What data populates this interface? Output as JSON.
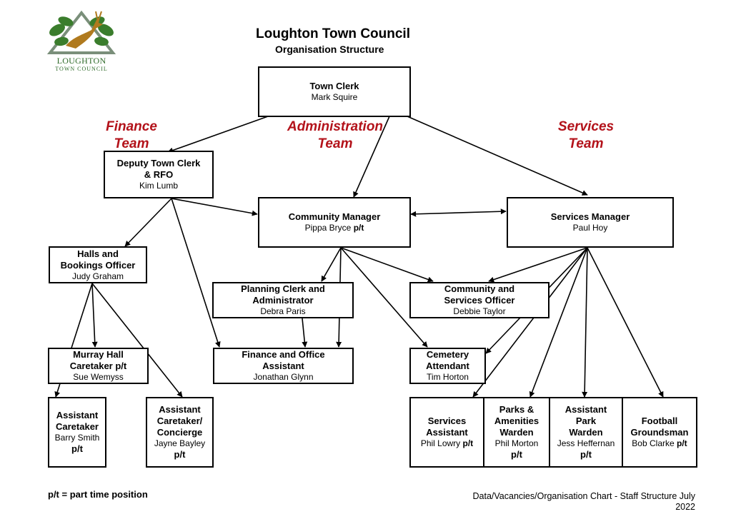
{
  "header": {
    "title": "Loughton Town Council",
    "subtitle": "Organisation Structure"
  },
  "logo": {
    "line1": "LOUGHTON",
    "line2": "TOWN COUNCIL",
    "colors": {
      "leaf": "#3a7d2c",
      "deer": "#b07a1e",
      "triangle": "#7a8f7a"
    }
  },
  "teams": {
    "finance": "Finance\nTeam",
    "administration": "Administration\nTeam",
    "services": "Services\nTeam"
  },
  "colors": {
    "team_label": "#b3121a",
    "line": "#000000"
  },
  "positions": {
    "town_clerk": {
      "title": "Town Clerk",
      "name": "Mark Squire"
    },
    "deputy_town_clerk": {
      "title": "Deputy Town Clerk\n& RFO",
      "name": "Kim Lumb"
    },
    "community_manager": {
      "title": "Community Manager",
      "name": "Pippa Bryce",
      "suffix": "p/t"
    },
    "services_manager": {
      "title": "Services Manager",
      "name": "Paul Hoy"
    },
    "halls_bookings_officer": {
      "title": "Halls and\nBookings Officer",
      "name": "Judy Graham"
    },
    "planning_clerk": {
      "title": "Planning Clerk and\nAdministrator",
      "name": "Debra Paris"
    },
    "community_services_officer": {
      "title": "Community and\nServices Officer",
      "name": "Debbie Taylor"
    },
    "murray_hall_caretaker": {
      "title": "Murray Hall\nCaretaker p/t",
      "name": "Sue Wemyss"
    },
    "finance_office_assistant": {
      "title": "Finance and Office\nAssistant",
      "name": "Jonathan Glynn"
    },
    "cemetery_attendant": {
      "title": "Cemetery\nAttendant",
      "name": "Tim Horton"
    },
    "assistant_caretaker": {
      "title": "Assistant\nCaretaker",
      "name": "Barry Smith",
      "suffix": "p/t"
    },
    "assistant_caretaker_concierge": {
      "title": "Assistant\nCaretaker/\nConcierge",
      "name": "Jayne Bayley",
      "suffix": "p/t"
    },
    "services_assistant": {
      "title": "Services\nAssistant",
      "name": "Phil Lowry",
      "suffix": "p/t"
    },
    "parks_amenities_warden": {
      "title": "Parks &\nAmenities\nWarden",
      "name": "Phil Morton",
      "suffix": "p/t"
    },
    "assistant_park_warden": {
      "title": "Assistant\nPark\nWarden",
      "name": "Jess Heffernan",
      "suffix": "p/t"
    },
    "football_groundsman": {
      "title": "Football\nGroundsman",
      "name": "Bob Clarke",
      "suffix": "p/t"
    }
  },
  "footer": {
    "legend": "p/t = part time position",
    "source": "Data/Vacancies/Organisation Chart - Staff Structure  July\n2022"
  }
}
